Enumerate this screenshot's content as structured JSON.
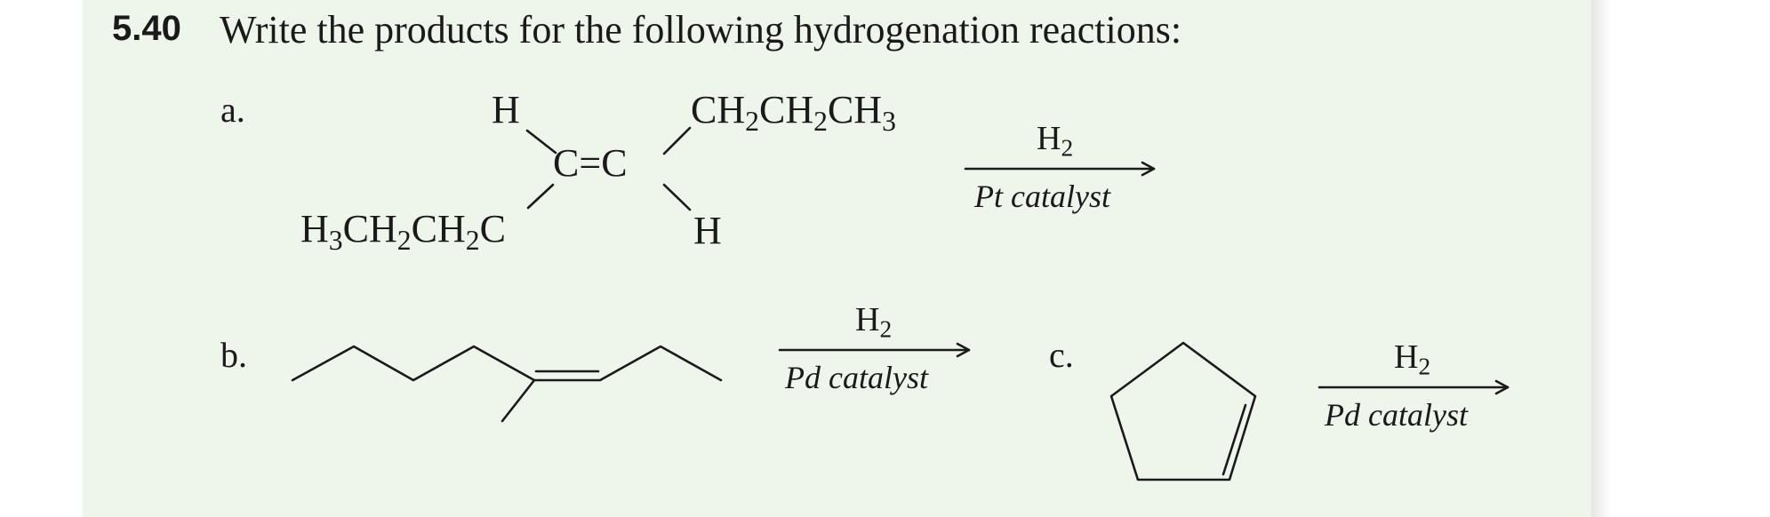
{
  "problem": {
    "number": "5.40",
    "text": "Write the products for the following hydrogenation reactions:"
  },
  "part_a": {
    "label": "a.",
    "h_top": "H",
    "c_left": "C",
    "double_bond": "=",
    "c_right": "C",
    "h_bottom": "H",
    "sub_top_right": {
      "t1": "CH",
      "s1": "2",
      "t2": "CH",
      "s2": "2",
      "t3": "CH",
      "s3": "3"
    },
    "sub_bottom_left": {
      "t1": "H",
      "s1": "3",
      "t2": "CH",
      "s2": "2",
      "t3": "CH",
      "s3": "2",
      "t4": "C"
    },
    "reagent": {
      "t": "H",
      "s": "2"
    },
    "condition": "Pt catalyst"
  },
  "part_b": {
    "label": "b.",
    "reagent": {
      "t": "H",
      "s": "2"
    },
    "condition": "Pd catalyst"
  },
  "part_c": {
    "label": "c.",
    "reagent": {
      "t": "H",
      "s": "2"
    },
    "condition": "Pd catalyst"
  }
}
